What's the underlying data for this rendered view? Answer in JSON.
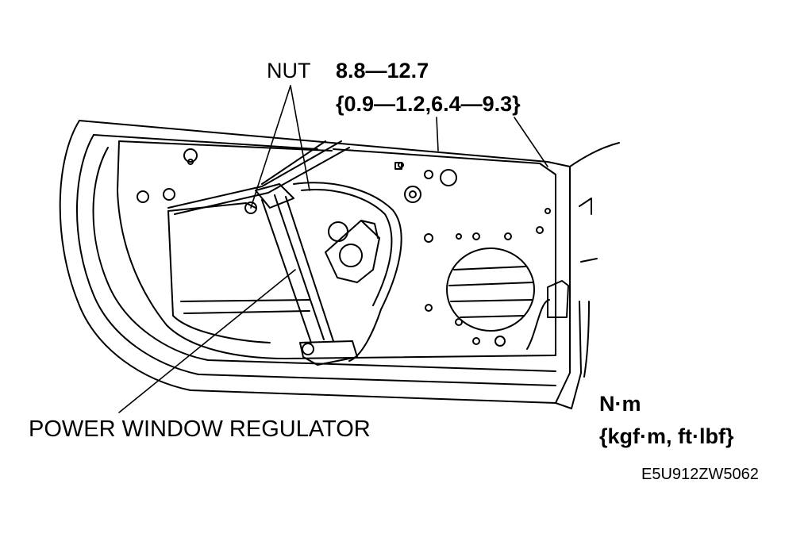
{
  "labels": {
    "nut": "NUT",
    "torque_nm": "8.8—12.7",
    "torque_alt": "{0.9—1.2,6.4—9.3}",
    "power_window_regulator": "POWER WINDOW REGULATOR",
    "unit_line1": "N·m",
    "unit_line2": "{kgf·m, ft·lbf}",
    "figure_code": "E5U912ZW5062"
  },
  "colors": {
    "line": "#000000",
    "background": "#ffffff"
  }
}
